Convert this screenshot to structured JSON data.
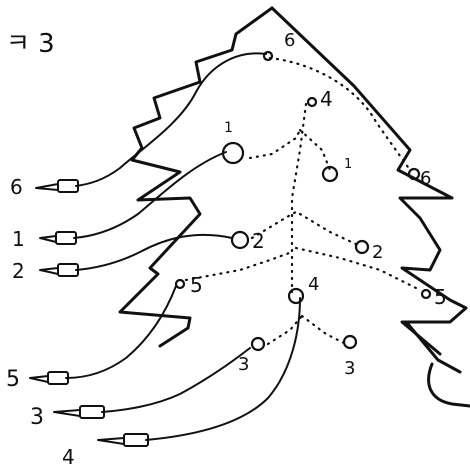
{
  "diagram": {
    "title": "ㅋ 3",
    "plug_labels": [
      "6",
      "1",
      "2",
      "5",
      "3",
      "4"
    ],
    "node_labels": [
      "6",
      "4",
      "1",
      "1",
      "6",
      "2",
      "2",
      "5",
      "4",
      "5",
      "3",
      "3"
    ],
    "line_color": "#111111",
    "background": "#ffffff"
  }
}
